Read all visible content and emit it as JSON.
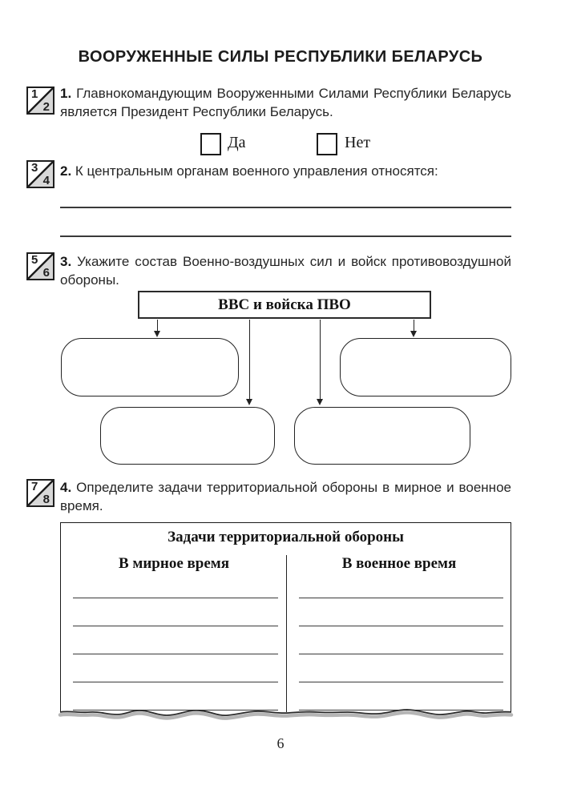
{
  "page": {
    "title": "ВООРУЖЕННЫЕ СИЛЫ РЕСПУБЛИКИ БЕЛАРУСЬ",
    "page_number": "6"
  },
  "questions": [
    {
      "marker_top": "1",
      "marker_bottom": "2",
      "number": "1.",
      "text": "Главнокомандующим Вооруженными Силами Республики Беларусь является Президент Республики Беларусь."
    },
    {
      "marker_top": "3",
      "marker_bottom": "4",
      "number": "2.",
      "text": "К центральным органам военного управления относятся:"
    },
    {
      "marker_top": "5",
      "marker_bottom": "6",
      "number": "3.",
      "text": "Укажите состав Военно-воздушных сил и войск противовоздушной обороны."
    },
    {
      "marker_top": "7",
      "marker_bottom": "8",
      "number": "4.",
      "text": "Определите задачи территориальной обороны в мирное и военное время."
    }
  ],
  "question1_options": {
    "yes_label": "Да",
    "no_label": "Нет"
  },
  "flowchart": {
    "root_label": "ВВС и войска ПВО"
  },
  "table": {
    "title": "Задачи территориальной обороны",
    "column_left": "В мирное время",
    "column_right": "В военное время"
  },
  "colors": {
    "marker_fill": "#d8d8d8",
    "ink": "#1f1f1f",
    "torn_shadow": "#b5b5b5"
  }
}
